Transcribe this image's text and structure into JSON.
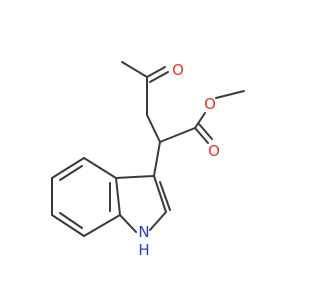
{
  "molecule": {
    "atoms": {
      "ketone_oxygen": "O",
      "ester_oxygen_single": "O",
      "ester_oxygen_double": "O",
      "indole_nitrogen": "N",
      "indole_hydrogen": "H"
    },
    "colors": {
      "carbon_bond": "#3a3a3a",
      "oxygen": "#e8332a",
      "nitrogen": "#2a35d8",
      "background": "#ffffff"
    }
  }
}
